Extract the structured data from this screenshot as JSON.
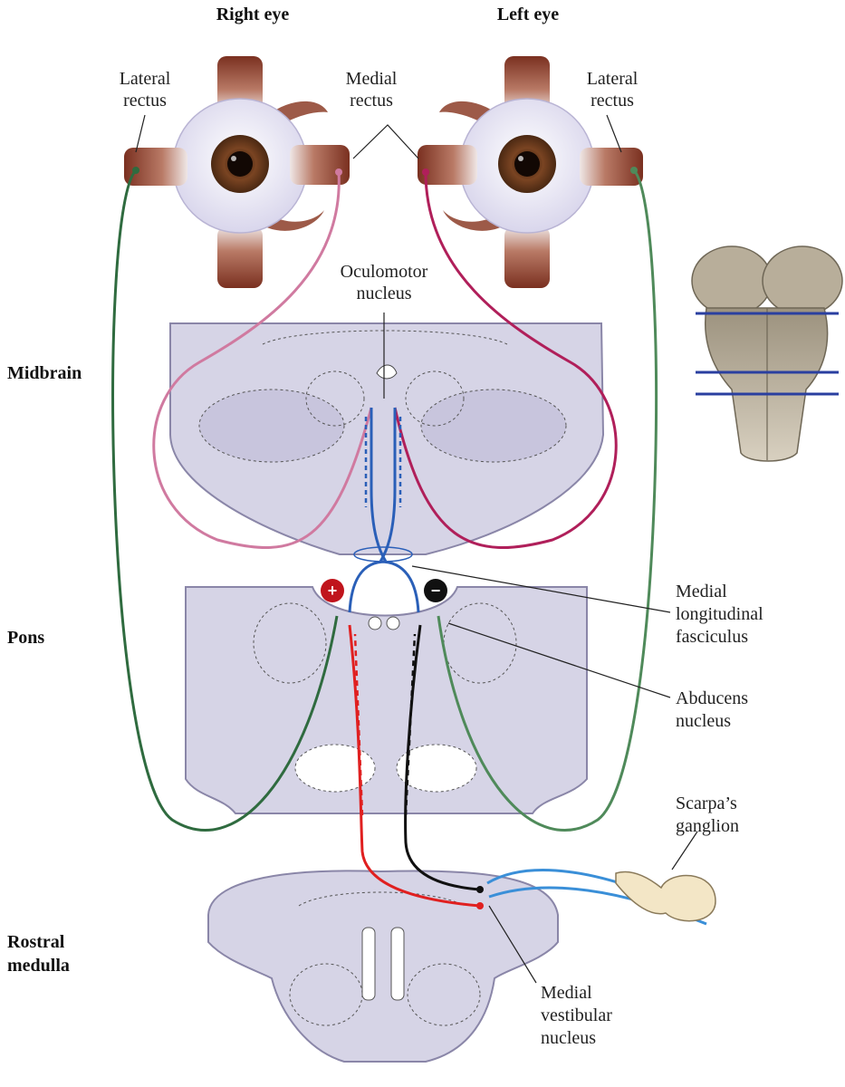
{
  "headers": {
    "right_eye": "Right eye",
    "left_eye": "Left eye"
  },
  "levels": {
    "midbrain": "Midbrain",
    "pons": "Pons",
    "rostral_medulla": [
      "Rostral",
      "medulla"
    ]
  },
  "labels": {
    "lateral_rectus_right": [
      "Lateral",
      "rectus"
    ],
    "medial_rectus": [
      "Medial",
      "rectus"
    ],
    "lateral_rectus_left": [
      "Lateral",
      "rectus"
    ],
    "oculomotor_nucleus": [
      "Oculomotor",
      "nucleus"
    ],
    "mlf": [
      "Medial",
      "longitudinal",
      "fasciculus"
    ],
    "abducens_nucleus": [
      "Abducens",
      "nucleus"
    ],
    "scarpas_ganglion": [
      "Scarpa’s",
      "ganglion"
    ],
    "medial_vestibular_nucleus": [
      "Medial",
      "vestibular",
      "nucleus"
    ]
  },
  "signs": {
    "excitatory": "+",
    "inhibitory": "−"
  },
  "colors": {
    "abducens_motor": "#2f6b3f",
    "oculomotor_right": "#d07aa0",
    "oculomotor_left": "#b01f5a",
    "mlf": "#2a5fb8",
    "vestibular_excitatory": "#e02020",
    "vestibular_inhibitory": "#111111",
    "vestibular_nerve": "#3a8fd8",
    "tissue": "#d6d4e6",
    "muscle": "#8a4a3a",
    "iris": "#6b3b1e"
  }
}
